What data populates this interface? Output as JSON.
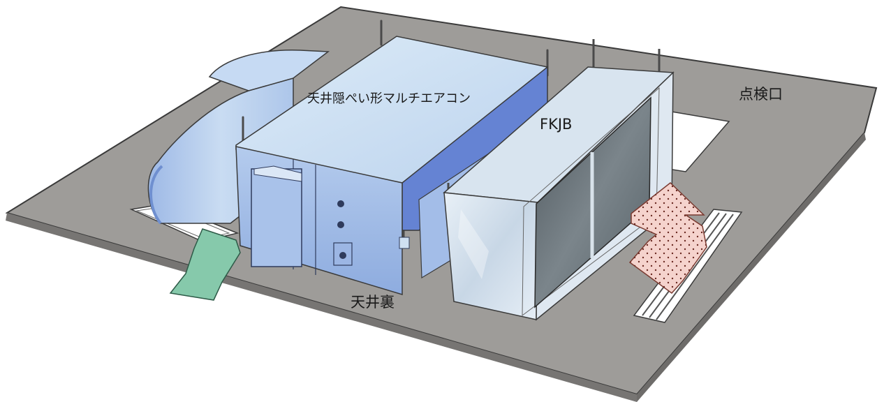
{
  "labels": {
    "aircon_unit": "天井隠ぺい形マルチエアコン",
    "filter_box": "FKJB",
    "inspection_port": "点検口",
    "ceiling_space": "天井裏"
  },
  "colors": {
    "slab": "#9c9a97",
    "unit_top": "#cfe2f3",
    "unit_front": "#9fbbe6",
    "unit_side": "#5f7fd0",
    "filter_frame": "#dde8f2",
    "filter_glass": "#5f686e",
    "supply_arrow": "#84c7a9",
    "return_arrow": "#f6d2cc"
  }
}
